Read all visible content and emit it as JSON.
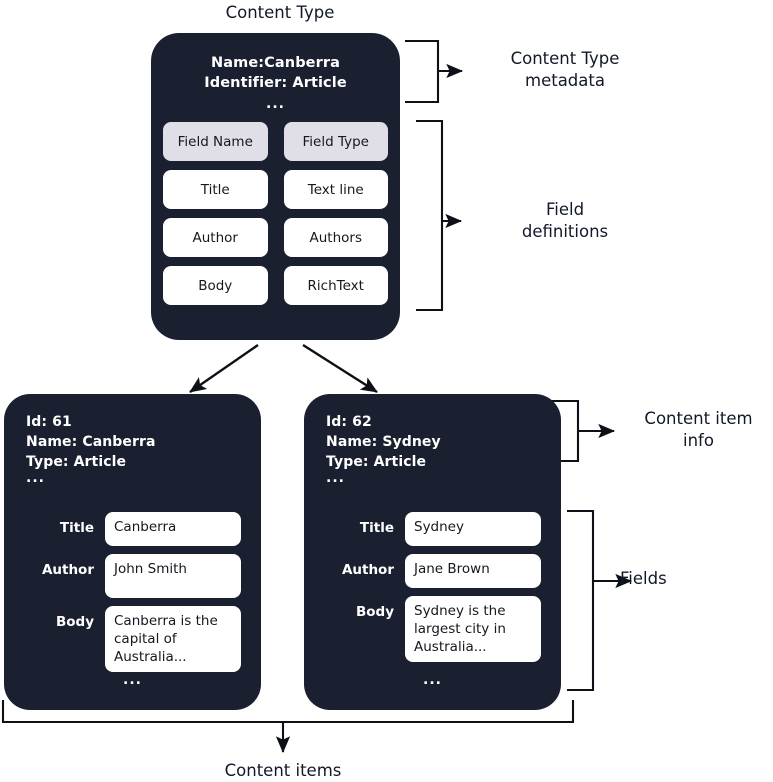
{
  "diagram": {
    "title": "Content Type",
    "bg_color": "#ffffff",
    "card_color": "#1b2030",
    "header_cell_color": "#e0dee7",
    "value_cell_color": "#ffffff",
    "text_color": "#111827",
    "ellipsis": "..."
  },
  "content_type": {
    "title": "Content Type",
    "metadata": {
      "name_line": "Name:Canberra",
      "identifier_line": "Identifier: Article",
      "ellipsis": "..."
    },
    "fields_table": {
      "headers": [
        "Field Name",
        "Field Type"
      ],
      "rows": [
        [
          "Title",
          "Text line"
        ],
        [
          "Author",
          "Authors"
        ],
        [
          "Body",
          "RichText"
        ]
      ],
      "ellipsis": "..."
    }
  },
  "content_items": [
    {
      "info": {
        "id": "Id: 61",
        "name": "Name: Canberra",
        "type": "Type: Article",
        "ellipsis": "..."
      },
      "fields": [
        {
          "label": "Title",
          "value": "Canberra"
        },
        {
          "label": "Author",
          "value": "John Smith"
        },
        {
          "label": "Body",
          "value": "Canberra is the capital of Australia..."
        }
      ],
      "ellipsis": "..."
    },
    {
      "info": {
        "id": "Id: 62",
        "name": "Name: Sydney",
        "type": "Type: Article",
        "ellipsis": "..."
      },
      "fields": [
        {
          "label": "Title",
          "value": "Sydney"
        },
        {
          "label": "Author",
          "value": "Jane Brown"
        },
        {
          "label": "Body",
          "value": "Sydney is the largest city in Australia..."
        }
      ],
      "ellipsis": "..."
    }
  ],
  "annotations": {
    "content_type_metadata": "Content Type\nmetadata",
    "field_definitions": "Field\ndefinitions",
    "content_item_info": "Content item\ninfo",
    "fields": "Fields",
    "content_items": "Content items"
  }
}
